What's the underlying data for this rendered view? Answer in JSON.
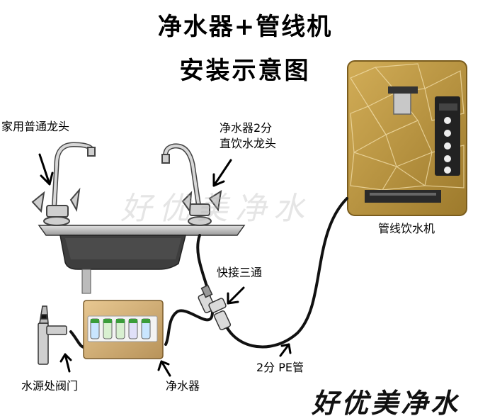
{
  "title": {
    "line1": "净水器+管线机",
    "line2": "安装示意图"
  },
  "labels": {
    "home_faucet": "家用普通龙头",
    "purifier_faucet_line1": "净水器2分",
    "purifier_faucet_line2": "直饮水龙头",
    "dispenser": "管线饮水机",
    "tee": "快接三通",
    "pe_pipe": "2分 PE管",
    "valve": "水源处阀门",
    "purifier": "净水器"
  },
  "watermark": "好优美净水",
  "brand": "好优美净水",
  "colors": {
    "dispenser_gold": "#b8913c",
    "tube": "#111111",
    "sink": "#5a5a5a"
  }
}
